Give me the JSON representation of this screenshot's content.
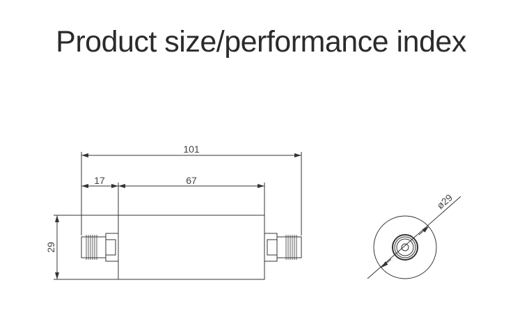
{
  "title": "Product size/performance index",
  "dimensions": {
    "overall_length": "101",
    "connector_length": "17",
    "body_length": "67",
    "height": "29",
    "diameter": "ø29"
  }
}
